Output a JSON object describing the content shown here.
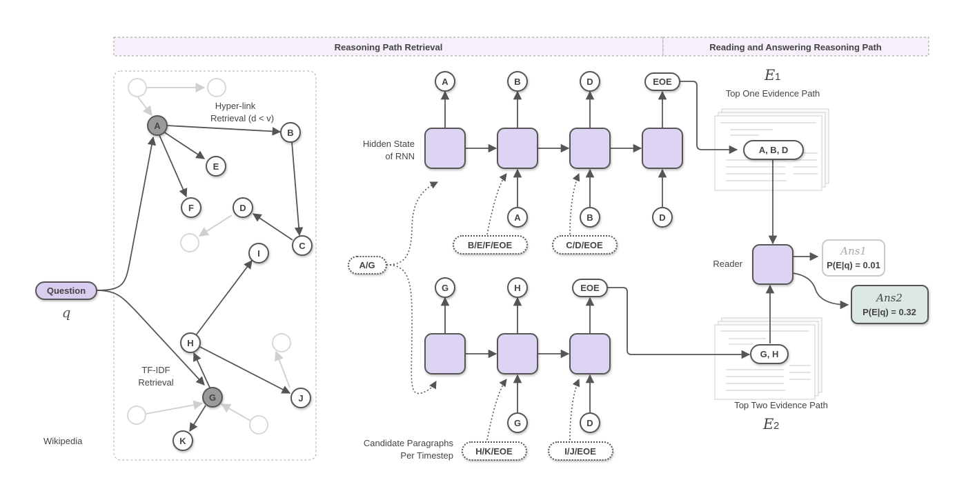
{
  "headers": {
    "retrieval": "Reasoning Path Retrieval",
    "reading": "Reading and Answering Reasoning Path"
  },
  "graph": {
    "question_label": "Question",
    "question_symbol": "q",
    "wikipedia_label": "Wikipedia",
    "hyperlink_line1": "Hyper-link",
    "hyperlink_line2": "Retrieval (d < v)",
    "tfidf_line1": "TF-IDF",
    "tfidf_line2": "Retrieval",
    "nodes": {
      "A": "A",
      "B": "B",
      "C": "C",
      "D": "D",
      "E": "E",
      "F": "F",
      "G": "G",
      "H": "H",
      "I": "I",
      "J": "J",
      "K": "K"
    }
  },
  "rnn": {
    "hidden_state_line1": "Hidden State",
    "hidden_state_line2": "of RNN",
    "candidates_line1": "Candidate Paragraphs",
    "candidates_line2": "Per Timestep",
    "top_outputs": [
      "A",
      "B",
      "D",
      "EOE"
    ],
    "top_inputs": [
      "A",
      "B",
      "D"
    ],
    "bottom_outputs": [
      "G",
      "H",
      "EOE"
    ],
    "bottom_inputs": [
      "G",
      "D"
    ],
    "cand_start": "A/G",
    "cand_top": [
      "B/E/F/EOE",
      "C/D/EOE"
    ],
    "cand_bottom": [
      "H/K/EOE",
      "I/J/EOE"
    ]
  },
  "reader": {
    "e1_letter": "E",
    "e1_sub": "1",
    "e1_caption": "Top One Evidence Path",
    "e1_path": "A, B, D",
    "e2_letter": "E",
    "e2_sub": "2",
    "e2_caption": "Top Two Evidence Path",
    "e2_path": "G, H",
    "reader_label": "Reader",
    "ans1_title": "Ans1",
    "ans1_prob": "P(E|q) = 0.01",
    "ans2_title": "Ans2",
    "ans2_prob": "P(E|q) = 0.32"
  },
  "colors": {
    "rnn_fill": "#ddd3f3",
    "question_fill": "#d9cdf0",
    "ans2_fill": "#dce8e3",
    "node_grey": "#9a9a9a",
    "header_fill": "#f6f0fa"
  }
}
